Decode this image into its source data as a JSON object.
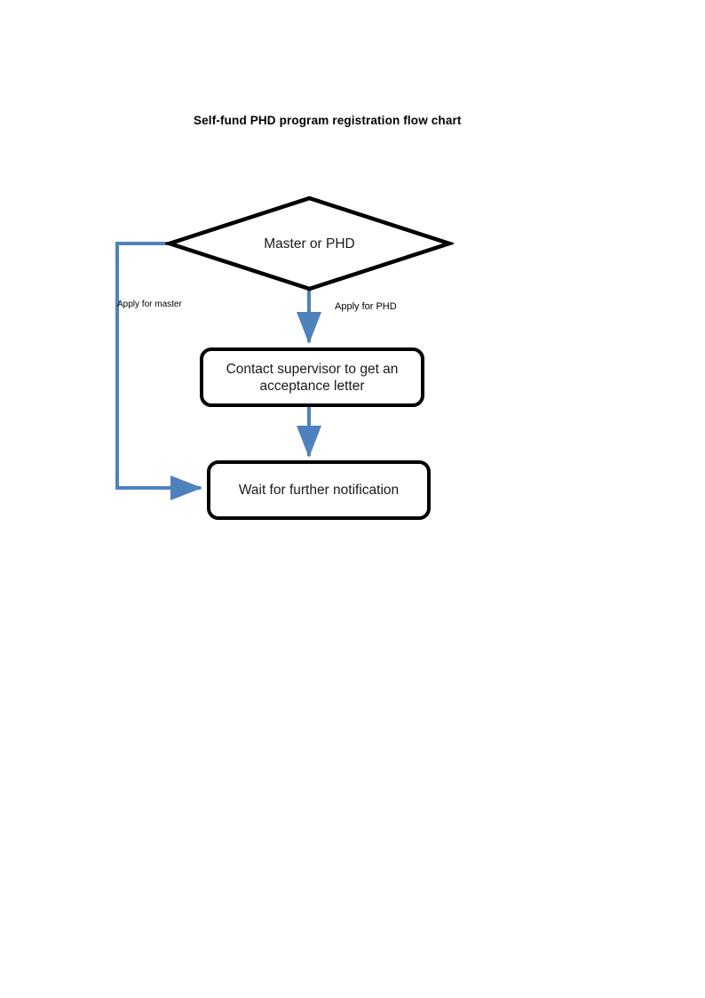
{
  "document": {
    "title": "Self-fund PHD program registration flow chart",
    "page_background": "#ffffff"
  },
  "colors": {
    "connector": "#4F81BD",
    "node_border": "#000000",
    "text": "#000000",
    "node_fill": "#ffffff"
  },
  "chart_data": {
    "type": "flowchart",
    "title": "Self-fund PHD program registration flow chart",
    "orientation": "top-to-bottom",
    "nodes": [
      {
        "id": "decision-master-or-phd",
        "shape": "diamond",
        "label": "Master or PHD",
        "role": "decision"
      },
      {
        "id": "contact-supervisor",
        "shape": "rounded-rectangle",
        "label": "Contact supervisor to get an acceptance letter",
        "label_line_1": "Contact supervisor to get an",
        "label_line_2": "acceptance letter",
        "role": "process"
      },
      {
        "id": "wait-notification",
        "shape": "rounded-rectangle",
        "label": "Wait for further notification",
        "role": "process"
      }
    ],
    "edges": [
      {
        "id": "edge-apply-master",
        "from": "decision-master-or-phd",
        "to": "wait-notification",
        "label": "Apply for master",
        "from_side": "left",
        "to_side": "left",
        "routing": "orthogonal"
      },
      {
        "id": "edge-apply-phd",
        "from": "decision-master-or-phd",
        "to": "contact-supervisor",
        "label": "Apply for PHD",
        "from_side": "bottom",
        "to_side": "top",
        "routing": "straight"
      },
      {
        "id": "edge-contact-to-wait",
        "from": "contact-supervisor",
        "to": "wait-notification",
        "label": "",
        "from_side": "bottom",
        "to_side": "top",
        "routing": "straight"
      }
    ]
  },
  "diagram": {
    "decision": {
      "label": "Master or PHD"
    },
    "boxes": {
      "contact_supervisor": {
        "line1": "Contact supervisor to get an",
        "line2": "acceptance letter"
      },
      "wait_notification": {
        "label": "Wait for further notification"
      }
    },
    "branch_labels": {
      "master": "Apply for master",
      "phd": "Apply for PHD"
    }
  }
}
